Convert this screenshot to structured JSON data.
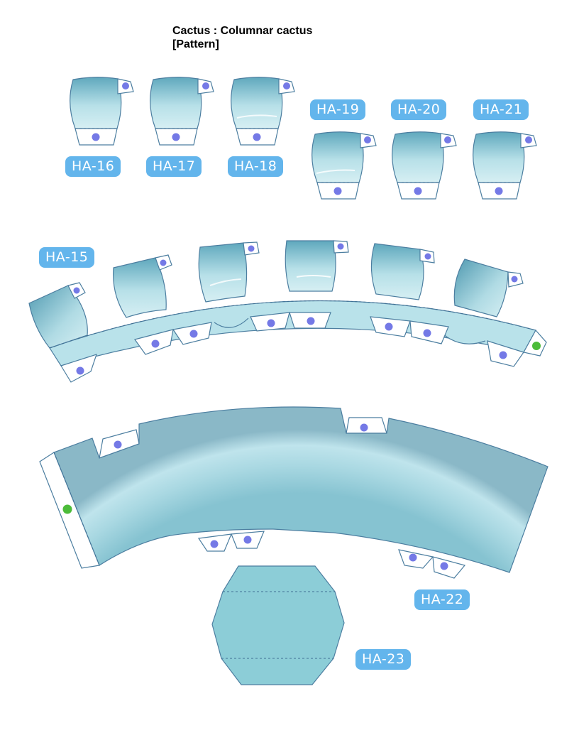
{
  "title": {
    "line1": "Cactus : Columnar cactus",
    "line2": "[Pattern]"
  },
  "labels": {
    "ha15": "HA-15",
    "ha16": "HA-16",
    "ha17": "HA-17",
    "ha18": "HA-18",
    "ha19": "HA-19",
    "ha20": "HA-20",
    "ha21": "HA-21",
    "ha22": "HA-22",
    "ha23": "HA-23"
  },
  "colors": {
    "label_bg": "#63b5ec",
    "piece_dark": "#5fa8bd",
    "piece_light": "#d4eef3",
    "band": "#b9e2ea",
    "ring_dark": "#8ab8c7",
    "cap": "#8ccdd7",
    "glue_dot": "#7479e6",
    "match_dot": "#4cbc3a",
    "outline": "#4c7ea0"
  }
}
